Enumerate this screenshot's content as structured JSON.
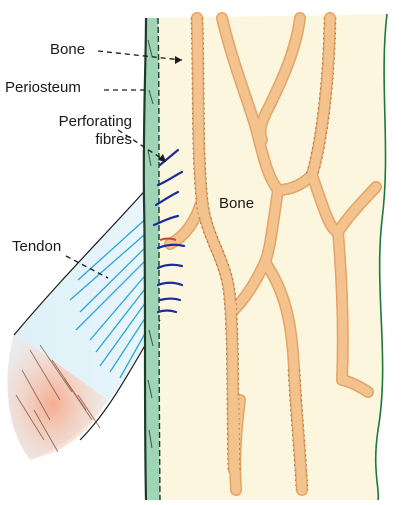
{
  "labels": {
    "bone_top": "Bone",
    "periosteum": "Periosteum",
    "perforating_fibres": "Perforating fibres",
    "bone_center": "Bone",
    "tendon": "Tendon"
  },
  "colors": {
    "bone_fill": "#fdf6df",
    "canal_fill": "#f3c28d",
    "canal_stroke": "#e3a468",
    "periosteum_fill": "#9fd4b6",
    "periosteum_edge": "#1f3a2a",
    "tendon_fibres": "#2aa6d9",
    "tendon_end": "#f6ad8c",
    "perforating_fibres": "#1d2a9c",
    "right_edge": "#1a7a3a"
  }
}
